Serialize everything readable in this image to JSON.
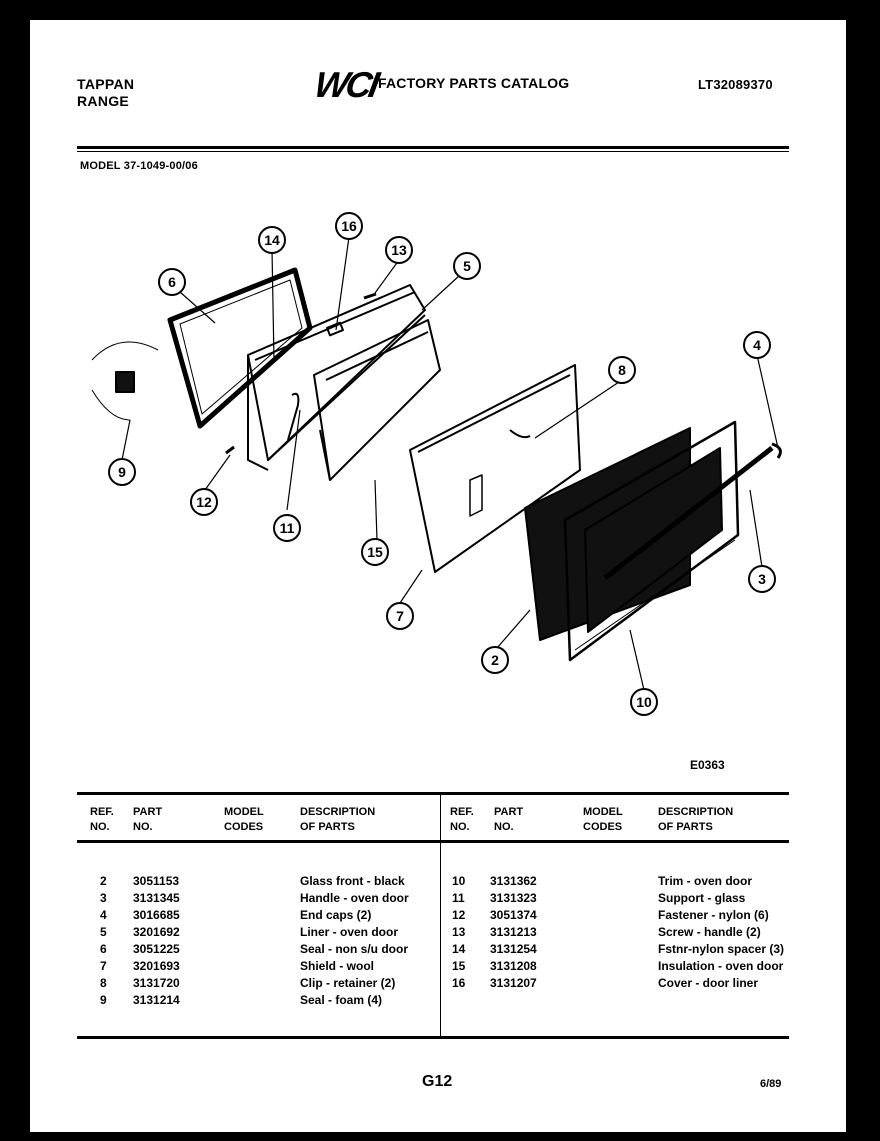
{
  "header": {
    "brand_line1": "TAPPAN",
    "brand_line2": "RANGE",
    "logo": "WCI",
    "title": "FACTORY PARTS CATALOG",
    "catalog_code": "LT32089370"
  },
  "model": "MODEL 37-1049-00/06",
  "diagram": {
    "callouts": [
      "14",
      "16",
      "13",
      "5",
      "6",
      "8",
      "4",
      "9",
      "12",
      "11",
      "15",
      "7",
      "3",
      "2",
      "10"
    ],
    "reference": "E0363"
  },
  "table": {
    "headers": {
      "ref_l1": "REF.",
      "ref_l2": "NO.",
      "part_l1": "PART",
      "part_l2": "NO.",
      "model_l1": "MODEL",
      "model_l2": "CODES",
      "desc_l1": "DESCRIPTION",
      "desc_l2": "OF PARTS"
    },
    "left_rows": [
      {
        "ref": "2",
        "part": "3051153",
        "codes": "",
        "desc": "Glass front - black"
      },
      {
        "ref": "3",
        "part": "3131345",
        "codes": "",
        "desc": "Handle - oven door"
      },
      {
        "ref": "4",
        "part": "3016685",
        "codes": "",
        "desc": "End caps (2)"
      },
      {
        "ref": "5",
        "part": "3201692",
        "codes": "",
        "desc": "Liner - oven door"
      },
      {
        "ref": "6",
        "part": "3051225",
        "codes": "",
        "desc": "Seal - non s/u door"
      },
      {
        "ref": "7",
        "part": "3201693",
        "codes": "",
        "desc": "Shield - wool"
      },
      {
        "ref": "8",
        "part": "3131720",
        "codes": "",
        "desc": "Clip - retainer (2)"
      },
      {
        "ref": "9",
        "part": "3131214",
        "codes": "",
        "desc": "Seal - foam (4)"
      }
    ],
    "right_rows": [
      {
        "ref": "10",
        "part": "3131362",
        "codes": "",
        "desc": "Trim - oven door"
      },
      {
        "ref": "11",
        "part": "3131323",
        "codes": "",
        "desc": "Support - glass"
      },
      {
        "ref": "12",
        "part": "3051374",
        "codes": "",
        "desc": "Fastener - nylon (6)"
      },
      {
        "ref": "13",
        "part": "3131213",
        "codes": "",
        "desc": "Screw - handle (2)"
      },
      {
        "ref": "14",
        "part": "3131254",
        "codes": "",
        "desc": "Fstnr-nylon spacer (3)"
      },
      {
        "ref": "15",
        "part": "3131208",
        "codes": "",
        "desc": "Insulation - oven door"
      },
      {
        "ref": "16",
        "part": "3131207",
        "codes": "",
        "desc": "Cover - door liner"
      }
    ]
  },
  "footer": {
    "page_code": "G12",
    "date": "6/89"
  }
}
